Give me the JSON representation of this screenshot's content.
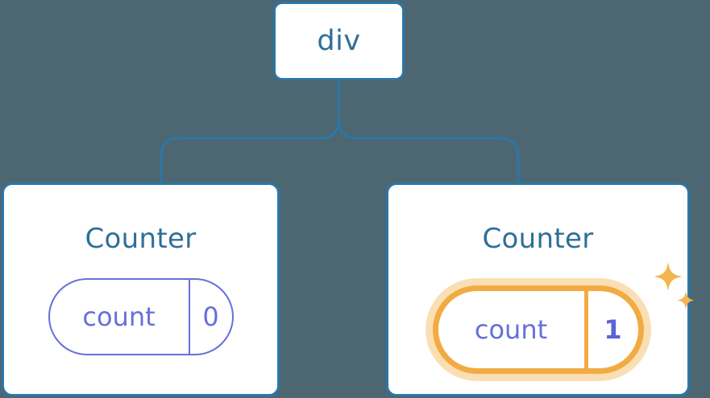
{
  "diagram": {
    "type": "component-tree",
    "background_color": "#4c6771",
    "accent_blue": "#2b77a8",
    "title_blue": "#2e6f97",
    "state_indigo": "#6670d8",
    "highlight_orange": "#f2ab43",
    "highlight_glow": "#fbdfb4"
  },
  "root": {
    "label": "div"
  },
  "children": [
    {
      "title": "Counter",
      "state": {
        "key": "count",
        "value": "0",
        "highlighted": false
      }
    },
    {
      "title": "Counter",
      "state": {
        "key": "count",
        "value": "1",
        "highlighted": true
      },
      "sparkle_icons": [
        "sparkle-large",
        "sparkle-small"
      ]
    }
  ]
}
